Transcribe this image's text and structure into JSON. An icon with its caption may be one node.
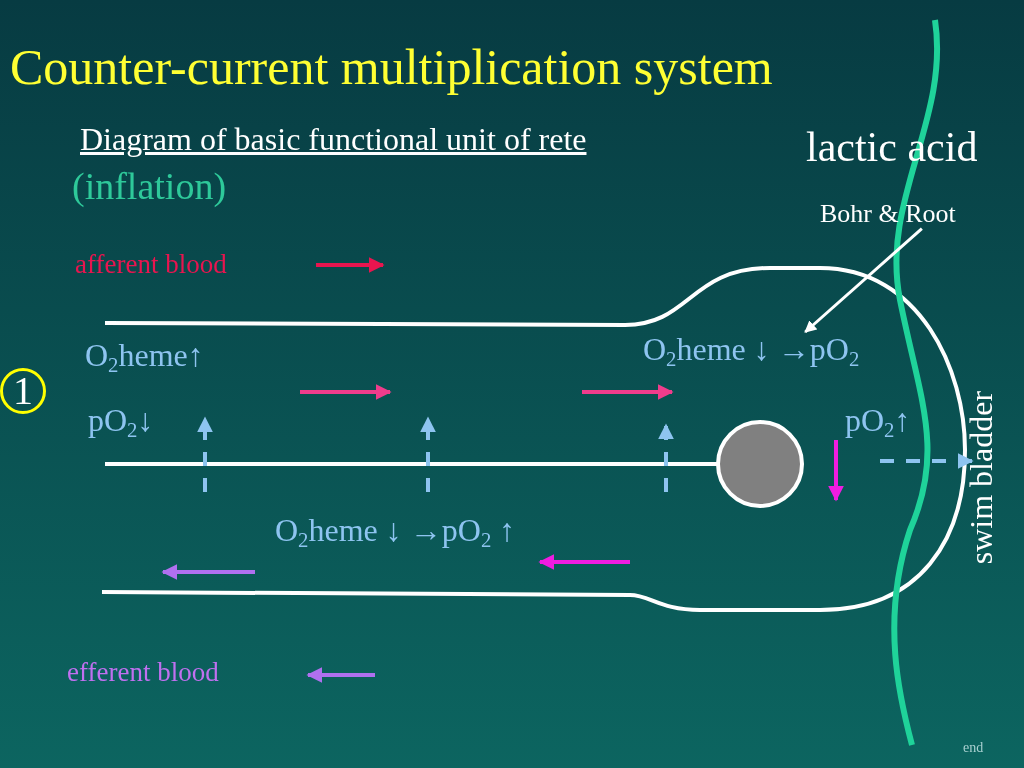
{
  "diagram": {
    "title": "Counter-current multiplication system",
    "nodes": [
      {
        "text": [
          "Bohr & Root"
        ]
      },
      {
        "text": [
          "O$_{2}$heme ↓ →pO$_{2}$"
        ]
      }
    ],
    "edges": [
      {
        "from": 0,
        "to": 1,
        "arrow": "to"
      }
    ],
    "labels": [
      "Diagram of basic functional unit of rete",
      "(inflation)",
      "lactic acid",
      "afferent blood",
      "1",
      "O$_{2}$heme↑",
      "pO$_{2}$↓",
      "pO$_{2}$↑",
      "swim bladder",
      "O$_{2}$heme ↓ →pO$_{2}$ ↑",
      "efferent blood",
      "end"
    ]
  }
}
